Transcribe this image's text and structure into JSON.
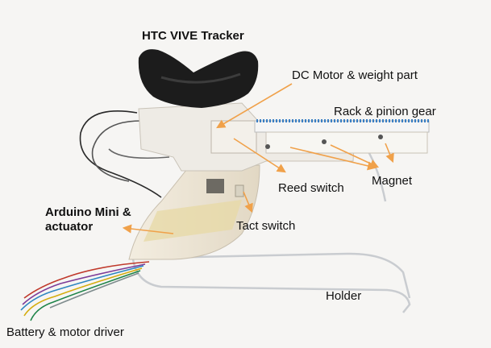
{
  "labels": {
    "tracker": "HTC VIVE Tracker",
    "dc_motor": "DC Motor & weight part",
    "rack_pinion": "Rack & pinion gear",
    "magnet": "Magnet",
    "reed_switch": "Reed switch",
    "arduino_line1": "Arduino Mini &",
    "arduino_line2": "actuator",
    "tact_switch": "Tact switch",
    "holder": "Holder",
    "battery": "Battery & motor driver"
  },
  "colors": {
    "arrow": "#f0a14a",
    "rack_teeth": "#3a7fc4",
    "tracker_body": "#1c1c1c"
  }
}
